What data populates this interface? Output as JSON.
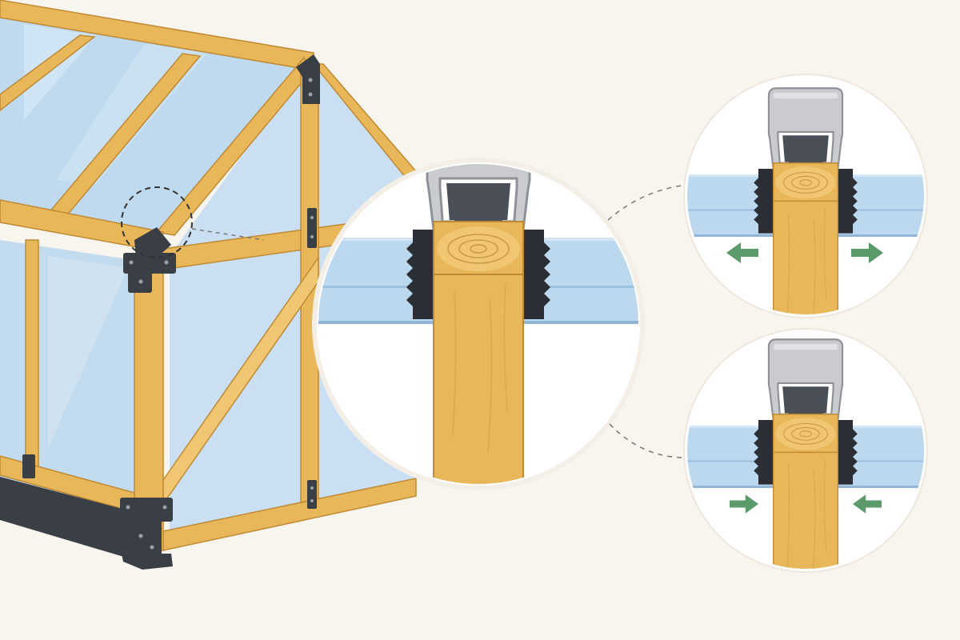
{
  "colors": {
    "background": "#f8f4ee",
    "wood": "#e8b75a",
    "wood_light": "#f2cc7e",
    "wood_grain": "#c99a45",
    "wood_outline": "#c08a34",
    "glass": "#bcd8ee",
    "glass_edge": "#8fb4d6",
    "bracket": "#3a3f46",
    "aluminum": "#c9cbcf",
    "aluminum_dark": "#8e9197",
    "gasket": "#2b2f35",
    "arrow": "#5b9a6a",
    "leader": "#777777",
    "circle_bg": "#ffffff"
  },
  "detail_views": [
    {
      "id": "main",
      "arrows": "none"
    },
    {
      "id": "expansion",
      "arrows": "outward"
    },
    {
      "id": "contraction",
      "arrows": "inward"
    }
  ]
}
